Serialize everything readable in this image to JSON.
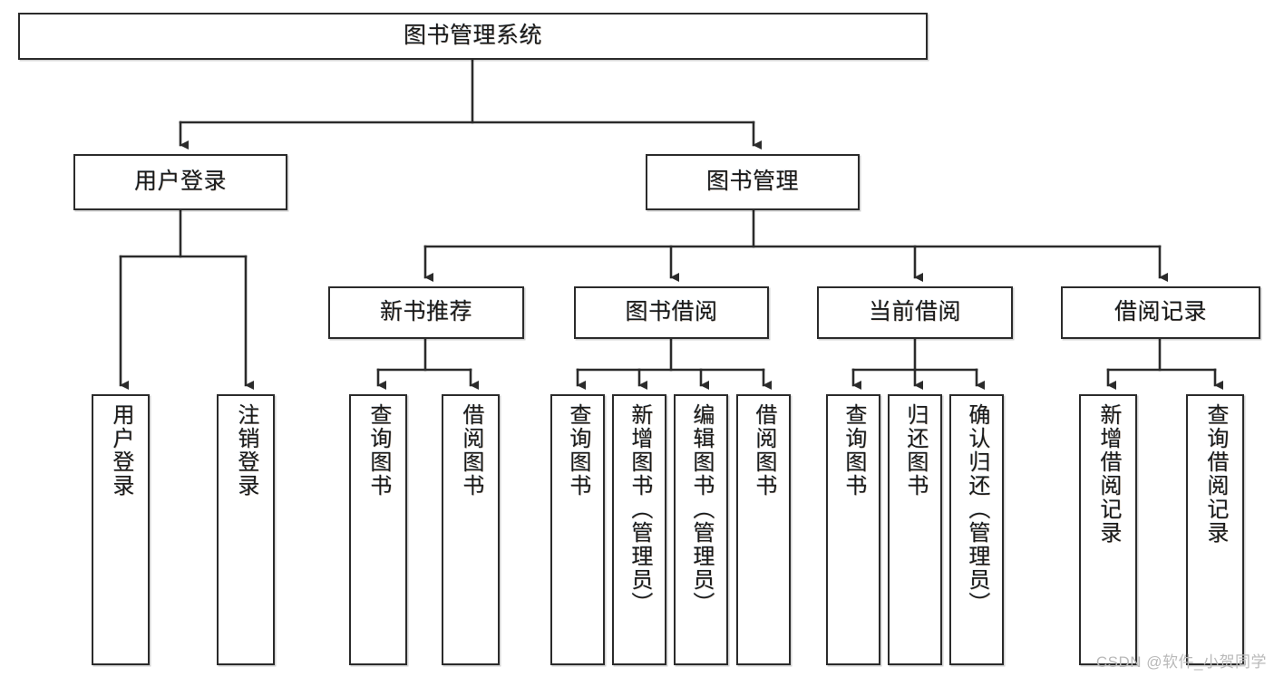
{
  "diagram": {
    "title": "图书管理系统",
    "type": "tree-hierarchy-chart",
    "stroke_color": "#2b2b2b",
    "background_color": "#ffffff",
    "text_color": "#1a1a1a"
  },
  "root": {
    "label": "图书管理系统"
  },
  "level2": [
    {
      "label": "用户登录"
    },
    {
      "label": "图书管理"
    }
  ],
  "level3": [
    {
      "label": "新书推荐"
    },
    {
      "label": "图书借阅"
    },
    {
      "label": "当前借阅"
    },
    {
      "label": "借阅记录"
    }
  ],
  "leaves": {
    "user_login": [
      {
        "label": "用户登录"
      },
      {
        "label": "注销登录"
      }
    ],
    "new_book_recommend": [
      {
        "label": "查询图书"
      },
      {
        "label": "借阅图书"
      }
    ],
    "book_borrow": [
      {
        "label": "查询图书"
      },
      {
        "label": "新增图书（管理员）"
      },
      {
        "label": "编辑图书（管理员）"
      },
      {
        "label": "借阅图书"
      }
    ],
    "current_borrow": [
      {
        "label": "查询图书"
      },
      {
        "label": "归还图书"
      },
      {
        "label": "确认归还（管理员）"
      }
    ],
    "borrow_record": [
      {
        "label": "新增借阅记录"
      },
      {
        "label": "查询借阅记录"
      }
    ]
  },
  "watermark": {
    "text": "CSDN @软件_小贺同学"
  }
}
